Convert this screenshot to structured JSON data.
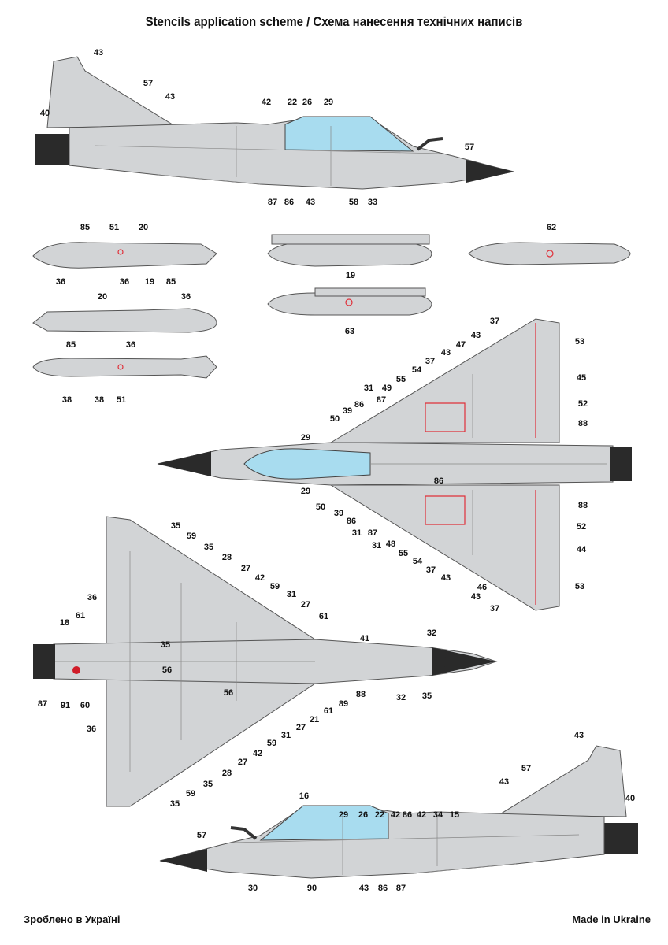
{
  "title": "Stencils application scheme / Схема нанесення технічних написів",
  "footer": {
    "left": "Зроблено в Україні",
    "right": "Made in Ukraine"
  },
  "colors": {
    "airframe": "#d2d4d6",
    "canopy": "#a8dcef",
    "radome": "#2a2a2a",
    "marking_red": "#e0303a"
  },
  "views": {
    "side_left": [
      "43",
      "57",
      "43",
      "40",
      "42",
      "22",
      "26",
      "29",
      "57",
      "87",
      "86",
      "43",
      "58",
      "33"
    ],
    "pod_1": [
      "85",
      "51",
      "20",
      "36",
      "36",
      "19",
      "85"
    ],
    "pod_2": [
      "20",
      "36",
      "85",
      "36"
    ],
    "pod_3": [
      "38",
      "38",
      "51"
    ],
    "tank_1": [
      "19",
      "63"
    ],
    "tank_2": [
      "62"
    ],
    "top": [
      "37",
      "43",
      "47",
      "43",
      "53",
      "37",
      "54",
      "55",
      "49",
      "31",
      "87",
      "86",
      "39",
      "50",
      "45",
      "52",
      "29",
      "88",
      "86",
      "29",
      "88",
      "50",
      "39",
      "86",
      "87",
      "31",
      "48",
      "31",
      "52",
      "44",
      "55",
      "54",
      "37",
      "43",
      "46",
      "43",
      "53",
      "37"
    ],
    "bottom": [
      "35",
      "59",
      "35",
      "28",
      "27",
      "42",
      "59",
      "31",
      "27",
      "36",
      "61",
      "61",
      "18",
      "35",
      "41",
      "32",
      "56",
      "56",
      "88",
      "89",
      "32",
      "35",
      "87",
      "91",
      "60",
      "61",
      "21",
      "27",
      "31",
      "59",
      "42",
      "27",
      "28",
      "36",
      "35",
      "59",
      "35"
    ],
    "side_right": [
      "43",
      "57",
      "43",
      "40",
      "16",
      "29",
      "26",
      "22",
      "42",
      "86",
      "42",
      "34",
      "15",
      "57",
      "30",
      "90",
      "43",
      "86",
      "87"
    ]
  }
}
